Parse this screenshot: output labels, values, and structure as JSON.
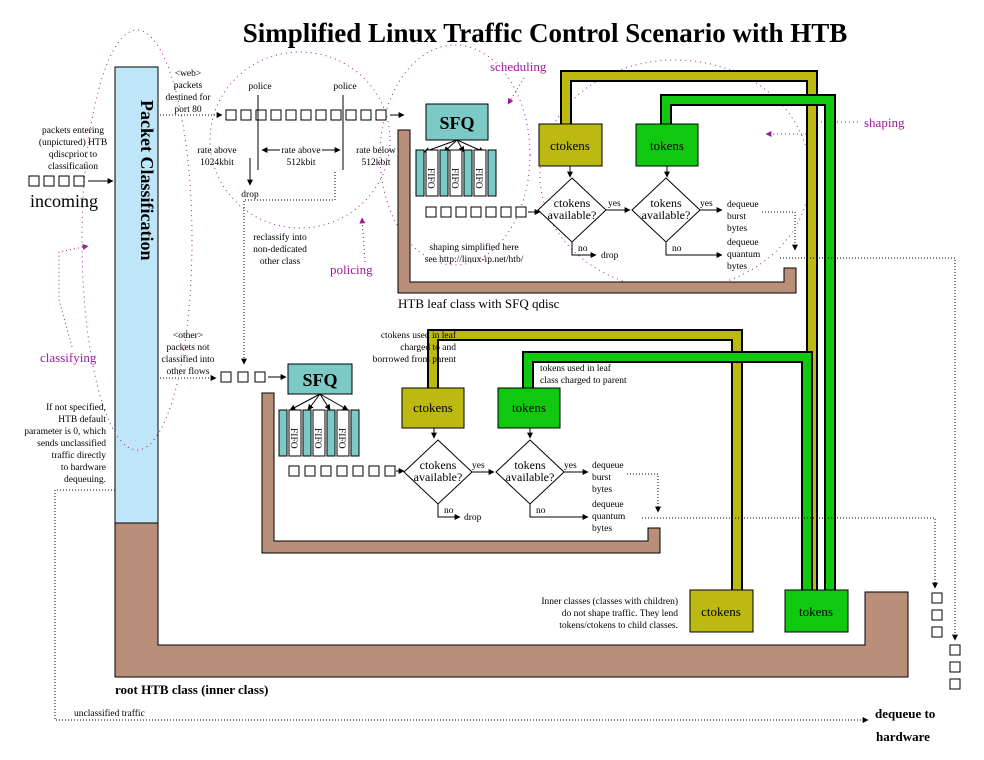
{
  "title": "Simplified Linux  Traffic Control Scenario with HTB",
  "packet_classification": "Packet Classification",
  "incoming": "incoming",
  "packets_entering": [
    "packets entering",
    "(unpictured) HTB",
    "qdiscprior to",
    "classification"
  ],
  "classifying": "classifying",
  "scheduling": "scheduling",
  "shaping": "shaping",
  "policing": "policing",
  "web_note": [
    "<web>",
    "packets",
    "destined for",
    "port 80"
  ],
  "police": "police",
  "rate_above_1024": [
    "rate above",
    "1024kbit"
  ],
  "rate_above_512": [
    "rate above",
    "512kbit"
  ],
  "rate_below_512": [
    "rate below",
    "512kbit"
  ],
  "drop": "drop",
  "reclassify": [
    "reclassify into",
    "non-dedicated",
    "other class"
  ],
  "sfq": "SFQ",
  "fifo": "FIFO",
  "shaping_simplified": [
    "shaping  simplified here",
    "see http://linux-ip.net/htb/"
  ],
  "htb_leaf_label": "HTB leaf class with SFQ qdisc",
  "ctokens": "ctokens",
  "tokens": "tokens",
  "ctokens_available": [
    "ctokens",
    "available?"
  ],
  "tokens_available": [
    "tokens",
    "available?"
  ],
  "yes": "yes",
  "no": "no",
  "dequeue_burst": [
    "dequeue",
    "burst",
    "bytes"
  ],
  "dequeue_quantum": [
    "dequeue",
    "quantum",
    "bytes"
  ],
  "other_note": [
    "<other>",
    "packets not",
    "classified into",
    "other flows"
  ],
  "ctokens_leaf_note": [
    "ctokens used in leaf",
    "charged to and",
    "borrowed from parent"
  ],
  "tokens_leaf_note": [
    "tokens used in leaf",
    "class charged to parent"
  ],
  "htb_default_note": [
    "If not specified,",
    "HTB default",
    "parameter is 0, which",
    "sends unclassified",
    "traffic directly",
    "to hardware",
    "dequeuing."
  ],
  "inner_classes_note": [
    "Inner classes (classes with children)",
    "do not shape traffic.  They lend",
    "tokens/ctokens to child classes."
  ],
  "root_label": "root HTB class (inner class)",
  "unclassified_traffic": "unclassified traffic",
  "dequeue_hardware": [
    "dequeue to",
    "hardware"
  ],
  "colors": {
    "light_blue": "#bfe6f8",
    "brown": "#b98f7a",
    "olive": "#bcba12",
    "green": "#10c810",
    "teal": "#7ccac6",
    "purple": "#a01aa0"
  }
}
